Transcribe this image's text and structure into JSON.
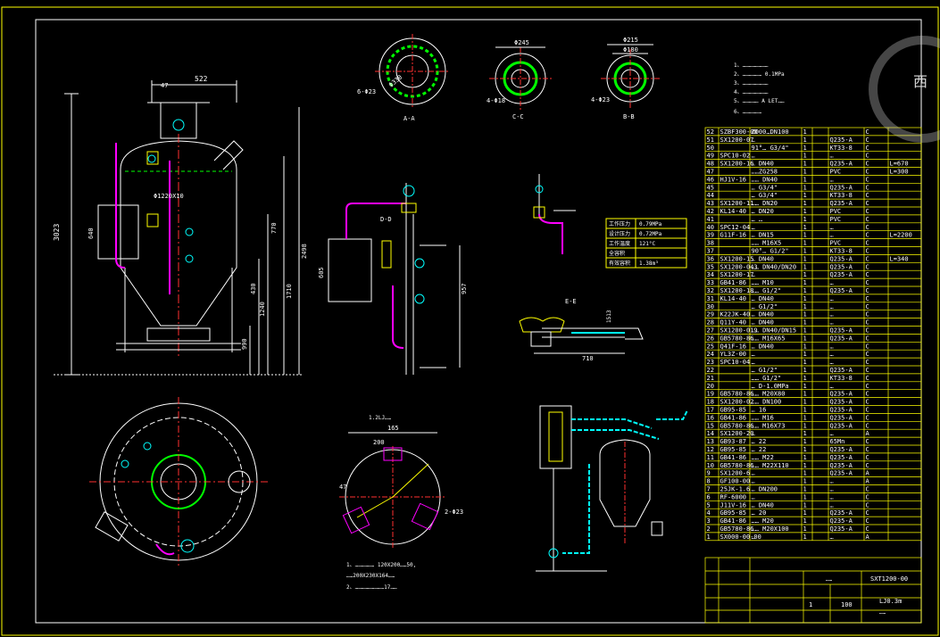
{
  "logo_char": "西",
  "tech_notes_lines": [
    "1、……………………",
    "2、……………… 0.1MPa",
    "3、……………………",
    "4、……………………",
    "5、…………… A LET……",
    "6、………………"
  ],
  "design_table": {
    "rows": [
      [
        "工作压力",
        "0.79MPa"
      ],
      [
        "设计压力",
        "0.72MPa"
      ],
      [
        "工作温度",
        "121°C"
      ],
      [
        "全容积",
        ""
      ],
      [
        "有效容积",
        "1.38m³"
      ]
    ]
  },
  "section_labels": [
    "A-A",
    "C-C",
    "B-B",
    "D-D",
    "E-E"
  ],
  "dims": {
    "top_width": "522",
    "top_small": "47",
    "height_total": "3023",
    "h2": "2498",
    "h3": "1710",
    "h4": "1240",
    "h5": "430",
    "h6": "770",
    "h7": "640",
    "h8": "990",
    "vessel_dia": "Φ1220X10",
    "mid_605": "605",
    "mid_957": "957",
    "pipe_710": "710",
    "ee_1513": "1513",
    "aa_dia": "Φ330",
    "cc_top": "Φ245",
    "bb_top1": "Φ215",
    "bb_top2": "Φ180",
    "nozzle_165": "165",
    "nozzle_200": "200",
    "nozzle_47": "47",
    "nozzle_423": "2-Φ23",
    "label_6_423": "6-Φ23",
    "label_4_418": "4-Φ18",
    "label_4_423": "4-Φ23"
  },
  "nozzle_title": "1.2LJ……",
  "bottom_notes": [
    "1、……………… 120X200……50,",
    "   ……200X230X164……",
    "2、………………………17……"
  ],
  "bom": [
    [
      "52",
      "SZBF300-00",
      "Z000…DN100",
      "1",
      "",
      "",
      "C",
      ""
    ],
    [
      "51",
      "SX1200-07",
      "…",
      "1",
      "",
      "Q235-A",
      "C",
      ""
    ],
    [
      "50",
      "",
      "91°… G3/4\"",
      "1",
      "",
      "KT33-8",
      "C",
      ""
    ],
    [
      "49",
      "SPC10-02",
      "…",
      "1",
      "",
      "…",
      "C",
      ""
    ],
    [
      "48",
      "SX1200-16",
      "… DN40",
      "1",
      "",
      "Q235-A",
      "C",
      "L=670"
    ],
    [
      "47",
      "",
      "……ZG258",
      "1",
      "",
      "PVC",
      "C",
      "L=300"
    ],
    [
      "46",
      "HJ1V-16",
      "…… DN40",
      "1",
      "",
      "…",
      "C",
      ""
    ],
    [
      "45",
      "",
      "… G3/4\"",
      "1",
      "",
      "Q235-A",
      "C",
      ""
    ],
    [
      "44",
      "",
      "… G3/4\"",
      "1",
      "",
      "KT33-8",
      "C",
      ""
    ],
    [
      "43",
      "SX1200-11",
      "…… DN20",
      "1",
      "",
      "Q235-A",
      "C",
      ""
    ],
    [
      "42",
      "KL14-40",
      "… DN20",
      "1",
      "",
      "PVC",
      "C",
      ""
    ],
    [
      "41",
      "",
      "… …",
      "1",
      "",
      "PVC",
      "C",
      ""
    ],
    [
      "40",
      "SPC12-04",
      "…",
      "1",
      "",
      "…",
      "C",
      ""
    ],
    [
      "39",
      "G11F-16",
      "… DN15",
      "1",
      "",
      "…",
      "C",
      "L=2200"
    ],
    [
      "38",
      "",
      "…… M16X5",
      "1",
      "",
      "PVC",
      "C",
      ""
    ],
    [
      "37",
      "",
      "90°… G1/2\"",
      "1",
      "",
      "KT33-8",
      "C",
      ""
    ],
    [
      "36",
      "SX1200-15",
      "… DN40",
      "1",
      "",
      "Q235-A",
      "C",
      "L=340"
    ],
    [
      "35",
      "SX1200-043",
      "…… DN40/DN20",
      "1",
      "",
      "Q235-A",
      "C",
      ""
    ],
    [
      "34",
      "SX1200-17",
      "…",
      "1",
      "",
      "Q235-A",
      "C",
      ""
    ],
    [
      "33",
      "GB41-86",
      "…… M10",
      "1",
      "",
      "…",
      "C",
      ""
    ],
    [
      "32",
      "SX1200-18",
      "…… G1/2\"",
      "1",
      "",
      "Q235-A",
      "C",
      ""
    ],
    [
      "31",
      "KL14-40",
      "… DN40",
      "1",
      "",
      "…",
      "C",
      ""
    ],
    [
      "30",
      "",
      "… G1/2\"",
      "1",
      "",
      "…",
      "C",
      ""
    ],
    [
      "29",
      "K22JK-40",
      "… DN40",
      "1",
      "",
      "…",
      "C",
      ""
    ],
    [
      "28",
      "Q11Y-40",
      "… DN40",
      "1",
      "",
      "…",
      "C",
      ""
    ],
    [
      "27",
      "SX1200-019",
      "…… DN40/DN15",
      "1",
      "",
      "Q235-A",
      "C",
      ""
    ],
    [
      "26",
      "GB5780-86",
      "…… M16X65",
      "1",
      "",
      "Q235-A",
      "C",
      ""
    ],
    [
      "25",
      "Q41F-16",
      "… DN40",
      "1",
      "",
      "…",
      "C",
      ""
    ],
    [
      "24",
      "YL3Z-00",
      "…",
      "1",
      "",
      "…",
      "C",
      ""
    ],
    [
      "23",
      "SPC10-04",
      "…",
      "1",
      "",
      "…",
      "C",
      ""
    ],
    [
      "22",
      "",
      "… G1/2\"",
      "1",
      "",
      "Q235-A",
      "C",
      ""
    ],
    [
      "21",
      "",
      "…… G1/2\"",
      "1",
      "",
      "KT33-8",
      "C",
      ""
    ],
    [
      "20",
      "",
      "… D-1.0MPa",
      "1",
      "",
      "…",
      "C",
      ""
    ],
    [
      "19",
      "GB5780-86",
      "…… M20X80",
      "1",
      "",
      "Q235-A",
      "C",
      ""
    ],
    [
      "18",
      "SX1200-02",
      "…… DN100",
      "1",
      "",
      "Q235-A",
      "C",
      ""
    ],
    [
      "17",
      "GB95-85",
      "… 16",
      "1",
      "",
      "Q235-A",
      "C",
      ""
    ],
    [
      "16",
      "GB41-86",
      "…… M16",
      "1",
      "",
      "Q235-A",
      "C",
      ""
    ],
    [
      "15",
      "GB5780-86",
      "…… M16X73",
      "1",
      "",
      "Q235-A",
      "C",
      ""
    ],
    [
      "14",
      "SX1200-20",
      "…",
      "1",
      "",
      "…",
      "A",
      ""
    ],
    [
      "13",
      "GB93-87",
      "… 22",
      "1",
      "",
      "65Mn",
      "C",
      ""
    ],
    [
      "12",
      "GB95-85",
      "… 22",
      "1",
      "",
      "Q235-A",
      "C",
      ""
    ],
    [
      "11",
      "GB41-86",
      "…… M22",
      "1",
      "",
      "Q235-A",
      "C",
      ""
    ],
    [
      "10",
      "GB5780-86",
      "…… M22X110",
      "1",
      "",
      "Q235-A",
      "C",
      ""
    ],
    [
      "9",
      "SX1200-6",
      "…",
      "1",
      "",
      "Q235-A",
      "A",
      ""
    ],
    [
      "8",
      "GF100-00",
      "…",
      "1",
      "",
      "…",
      "A",
      ""
    ],
    [
      "7",
      "25JK-1.6",
      "… DN200",
      "1",
      "",
      "…",
      "C",
      ""
    ],
    [
      "6",
      "RF-6000",
      "…",
      "1",
      "",
      "…",
      "C",
      ""
    ],
    [
      "5",
      "J11V-16",
      "… DN40",
      "1",
      "",
      "…",
      "C",
      ""
    ],
    [
      "4",
      "GB95-85",
      "… 20",
      "1",
      "",
      "Q235-A",
      "C",
      ""
    ],
    [
      "3",
      "GB41-86",
      "…… M20",
      "1",
      "",
      "Q235-A",
      "C",
      ""
    ],
    [
      "2",
      "GB5780-86",
      "…… M20X100",
      "1",
      "",
      "Q235-A",
      "C",
      ""
    ],
    [
      "1",
      "SX000-00-00",
      "…",
      "1",
      "",
      "…",
      "A",
      ""
    ]
  ],
  "title_block": {
    "drawing_no": "SXT1200-00",
    "name": "LJ0.3m",
    "subname": "……",
    "scale_qty": "1",
    "weight": "100",
    "sheet_txt": "……"
  },
  "colors": {
    "bg": "#000000",
    "line_white": "#ffffff",
    "frame_yellow": "#ffff00",
    "green": "#00ff00",
    "cyan": "#00ffff",
    "magenta": "#ff00ff",
    "red": "#ff3030"
  }
}
